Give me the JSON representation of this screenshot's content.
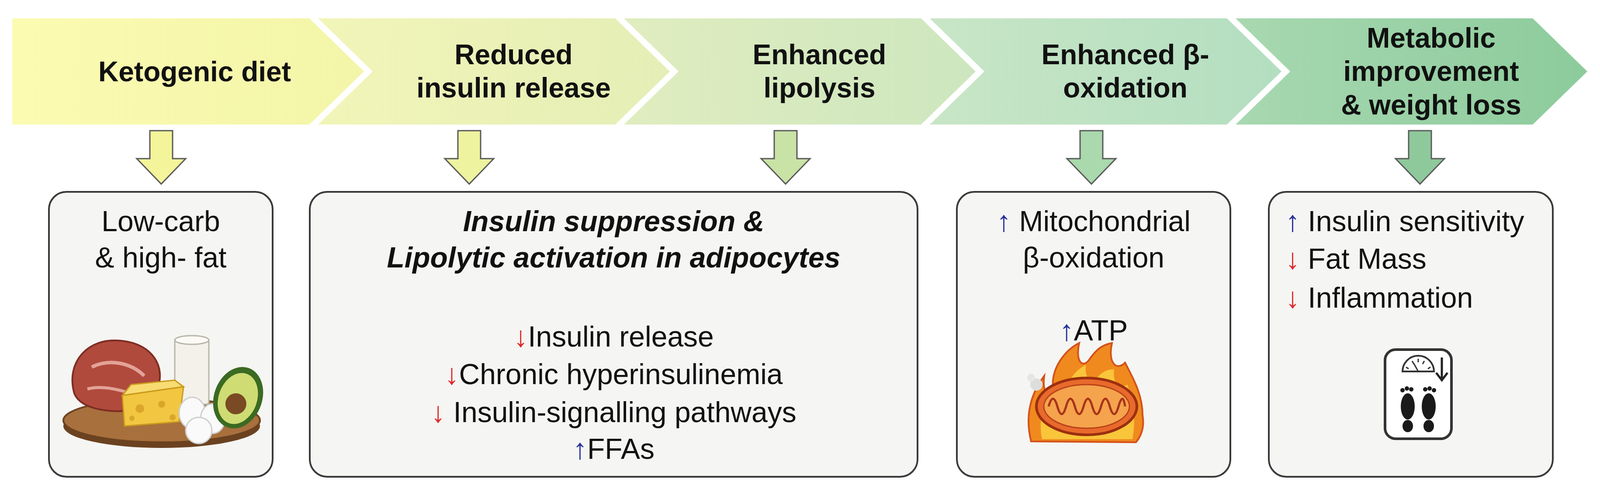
{
  "diagram": {
    "nodes": [
      {
        "text": [
          "Ketogenic diet"
        ]
      },
      {
        "text": [
          "Reduced insulin release"
        ]
      },
      {
        "text": [
          "Enhanced lipolysis"
        ]
      },
      {
        "text": [
          "Enhanced β-oxidation"
        ]
      },
      {
        "text": [
          "Metabolic improvement & weight loss"
        ]
      },
      {
        "text": [
          "Low-carb & high- fat"
        ]
      },
      {
        "text": [
          "Insulin suppression & Lipolytic activation in adipocytes",
          "↓Insulin release",
          "↓Chronic hyperinsulinemia",
          "↓ Insulin-signalling pathways",
          "↑FFAs"
        ]
      },
      {
        "text": [
          "↑ Mitochondrial β-oxidation",
          "↑ATP"
        ]
      },
      {
        "text": [
          "↑ Insulin sensitivity",
          "↓ Fat Mass",
          "↓ Inflammation"
        ]
      }
    ],
    "edges": [
      {
        "from": 0,
        "to": 5,
        "arrow": "to"
      },
      {
        "from": 1,
        "to": 6,
        "arrow": "to"
      },
      {
        "from": 2,
        "to": 6,
        "arrow": "to"
      },
      {
        "from": 3,
        "to": 7,
        "arrow": "to"
      },
      {
        "from": 4,
        "to": 8,
        "arrow": "to"
      }
    ]
  }
}
